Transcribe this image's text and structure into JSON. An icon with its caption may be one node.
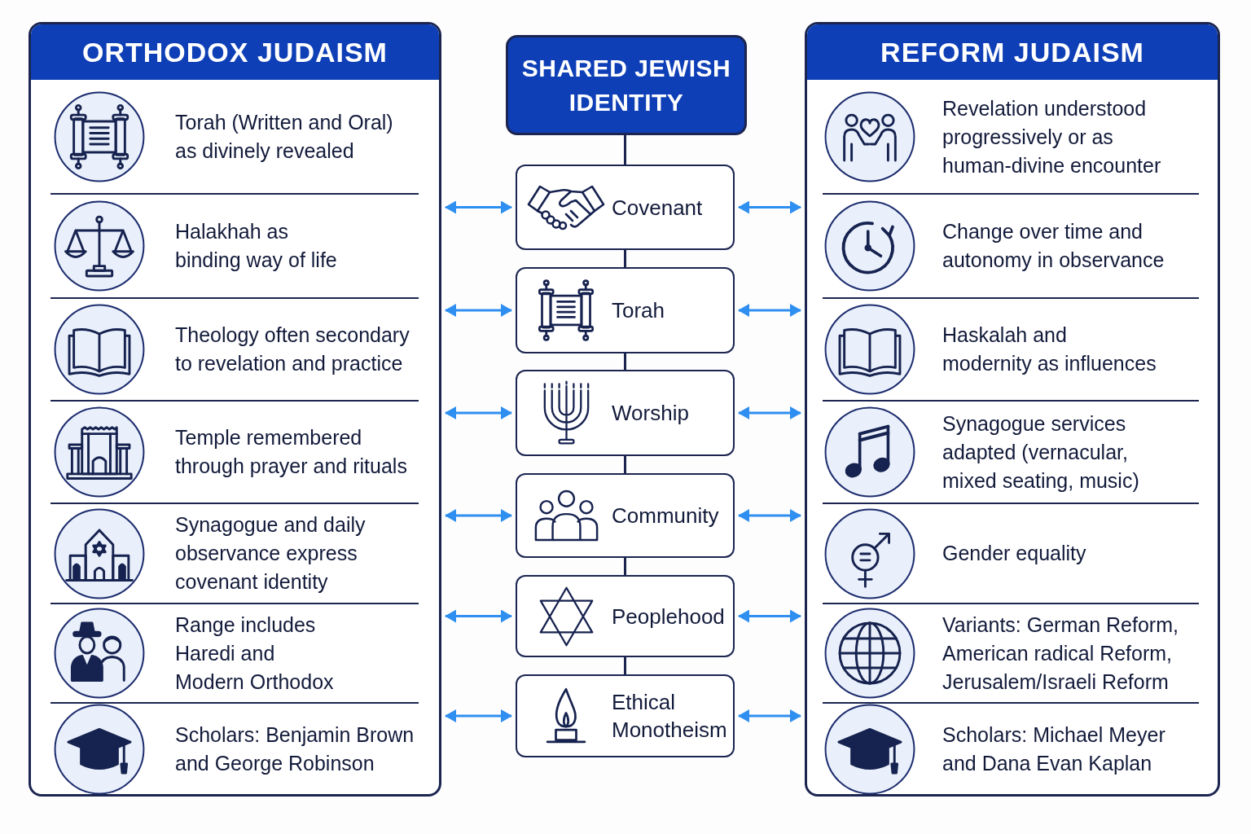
{
  "diagram": {
    "nodes": [
      {
        "text": [
          "ORTHODOX JUDAISM"
        ]
      },
      {
        "text": [
          "Torah (Written and Oral) as divinely revealed"
        ],
        "in": 0
      },
      {
        "text": [
          "Halakhah as binding way of life"
        ],
        "in": 0
      },
      {
        "text": [
          "Theology often secondary to revelation and practice"
        ],
        "in": 0
      },
      {
        "text": [
          "Temple remembered through prayer and rituals"
        ],
        "in": 0
      },
      {
        "text": [
          "Synagogue and daily observance express covenant identity"
        ],
        "in": 0
      },
      {
        "text": [
          "Range includes Haredi and Modern Orthodox"
        ],
        "in": 0
      },
      {
        "text": [
          "Scholars: Benjamin Brown and George Robinson"
        ],
        "in": 0
      },
      {
        "text": [
          "SHARED JEWISH IDENTITY"
        ]
      },
      {
        "text": [
          "Covenant"
        ]
      },
      {
        "text": [
          "Torah"
        ]
      },
      {
        "text": [
          "Worship"
        ]
      },
      {
        "text": [
          "Community"
        ]
      },
      {
        "text": [
          "Peoplehood"
        ]
      },
      {
        "text": [
          "Ethical Monotheism"
        ]
      },
      {
        "text": [
          "REFORM JUDAISM"
        ]
      },
      {
        "text": [
          "Revelation understood progressively or as human-divine encounter"
        ],
        "in": 15
      },
      {
        "text": [
          "Change over time and autonomy in observance"
        ],
        "in": 15
      },
      {
        "text": [
          "Haskalah and modernity as influences"
        ],
        "in": 15
      },
      {
        "text": [
          "Synagogue services adapted (vernacular, mixed seating, music)"
        ],
        "in": 15
      },
      {
        "text": [
          "Gender equality"
        ],
        "in": 15
      },
      {
        "text": [
          "Variants: German Reform, American radical Reform, Jerusalem/Israeli Reform"
        ],
        "in": 15
      },
      {
        "text": [
          "Scholars: Michael Meyer and Dana Evan Kaplan"
        ],
        "in": 15
      }
    ],
    "edges": [
      {
        "from": 8,
        "to": 9,
        "arrow": "none",
        "color": "#1b2550"
      },
      {
        "from": 9,
        "to": 10,
        "arrow": "none",
        "color": "#1b2550"
      },
      {
        "from": 10,
        "to": 11,
        "arrow": "none",
        "color": "#1b2550"
      },
      {
        "from": 11,
        "to": 12,
        "arrow": "none",
        "color": "#1b2550"
      },
      {
        "from": 12,
        "to": 13,
        "arrow": "none",
        "color": "#1b2550"
      },
      {
        "from": 13,
        "to": 14,
        "arrow": "none",
        "color": "#1b2550"
      },
      {
        "from": 0,
        "to": 9,
        "arrow": "both"
      },
      {
        "from": 9,
        "to": 15,
        "arrow": "both"
      },
      {
        "from": 0,
        "to": 10,
        "arrow": "both"
      },
      {
        "from": 10,
        "to": 15,
        "arrow": "both"
      },
      {
        "from": 0,
        "to": 11,
        "arrow": "both"
      },
      {
        "from": 11,
        "to": 15,
        "arrow": "both"
      },
      {
        "from": 0,
        "to": 12,
        "arrow": "both"
      },
      {
        "from": 12,
        "to": 15,
        "arrow": "both"
      },
      {
        "from": 0,
        "to": 13,
        "arrow": "both"
      },
      {
        "from": 13,
        "to": 15,
        "arrow": "both"
      },
      {
        "from": 0,
        "to": 14,
        "arrow": "both"
      },
      {
        "from": 14,
        "to": 15,
        "arrow": "both"
      }
    ]
  }
}
